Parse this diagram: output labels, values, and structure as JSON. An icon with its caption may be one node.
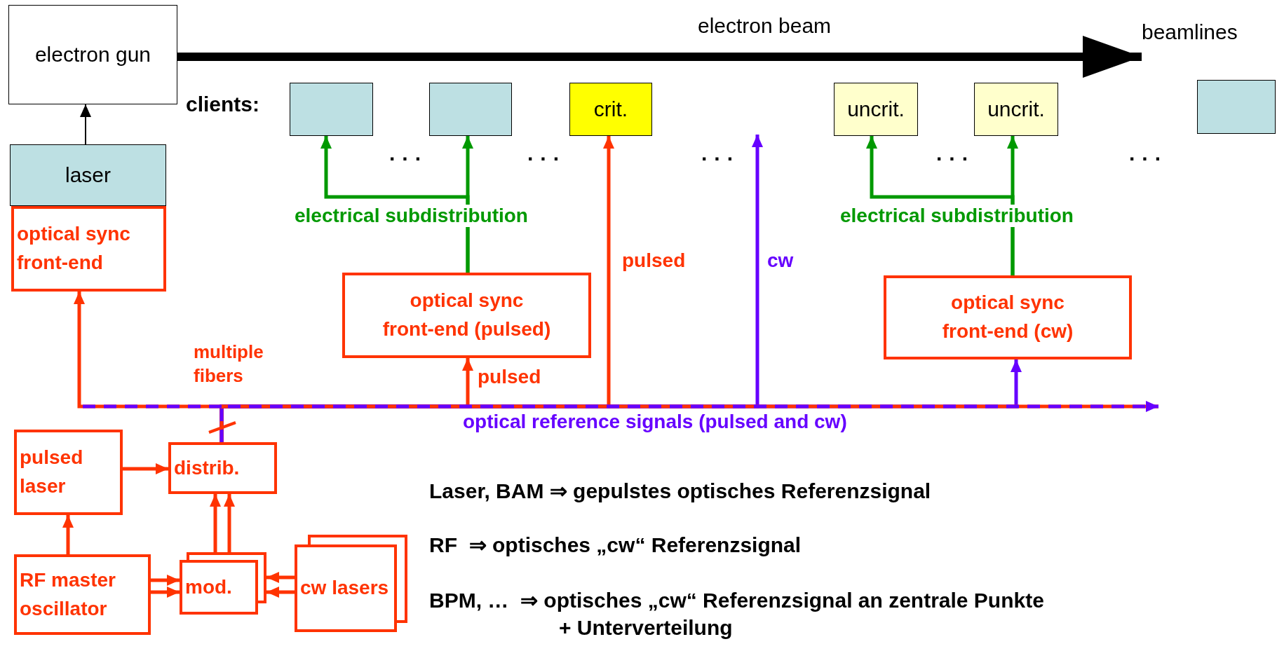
{
  "diagram": {
    "nodes": [
      {
        "text": [
          "electron gun"
        ]
      },
      {
        "text": [
          "beamlines"
        ]
      },
      {
        "text": [],
        "shape": "box"
      },
      {
        "text": [],
        "shape": "box"
      },
      {
        "text": [
          "crit."
        ]
      },
      {
        "text": [
          "uncrit."
        ]
      },
      {
        "text": [
          "uncrit."
        ]
      },
      {
        "text": [],
        "shape": "box"
      },
      {
        "text": [
          "laser"
        ]
      },
      {
        "text": [
          "optical sync front-end"
        ]
      },
      {
        "text": [
          "optical sync front-end (pulsed)"
        ]
      },
      {
        "text": [
          "optical sync front-end (cw)"
        ]
      },
      {
        "text": [
          "pulsed laser"
        ]
      },
      {
        "text": [
          "distrib."
        ]
      },
      {
        "text": [
          "RF master oscillator"
        ]
      },
      {
        "text": [
          "mod."
        ]
      },
      {
        "text": [
          "cw lasers"
        ]
      }
    ],
    "edges": [
      {
        "from": 0,
        "to": 1,
        "arrow": "to",
        "label": "electron beam",
        "style": "thick",
        "color": "#000000"
      },
      {
        "from": 8,
        "to": 0,
        "arrow": "to",
        "color": "#000000"
      },
      {
        "from": 10,
        "to": 2,
        "arrow": "to",
        "label": "electrical subdistribution",
        "color": "#009900"
      },
      {
        "from": 10,
        "to": 3,
        "arrow": "to",
        "color": "#009900"
      },
      {
        "from": 11,
        "to": 5,
        "arrow": "to",
        "label": "electrical subdistribution",
        "color": "#009900"
      },
      {
        "from": 11,
        "to": 6,
        "arrow": "to",
        "color": "#009900"
      },
      {
        "from": 13,
        "to": 9,
        "arrow": "to"
      },
      {
        "from": 13,
        "to": 10,
        "arrow": "to",
        "label": "pulsed"
      },
      {
        "from": 13,
        "to": 4,
        "arrow": "to",
        "label": "pulsed"
      },
      {
        "from": 13,
        "to": null,
        "arrow": "to",
        "label": "cw",
        "color": "#6600ff"
      },
      {
        "from": 13,
        "to": 11,
        "arrow": "to",
        "color": "#6600ff"
      },
      {
        "from": 13,
        "to": null,
        "arrow": "to",
        "label": "optical reference signals (pulsed and cw)",
        "style": "dashed",
        "color": "#6600ff"
      },
      {
        "from": 12,
        "to": 13,
        "arrow": "to"
      },
      {
        "from": 14,
        "to": 12,
        "arrow": "to"
      },
      {
        "from": 14,
        "to": 15,
        "arrow": "to"
      },
      {
        "from": 14,
        "to": 15,
        "arrow": "to"
      },
      {
        "from": 16,
        "to": 15,
        "arrow": "to"
      },
      {
        "from": 16,
        "to": 15,
        "arrow": "to"
      },
      {
        "from": 15,
        "to": 13,
        "arrow": "to"
      },
      {
        "from": 15,
        "to": 13,
        "arrow": "to"
      }
    ],
    "labels": [
      "clients:",
      "· · ·",
      "· · ·",
      "· · ·",
      "· · ·",
      "· · ·",
      "multiple fibers",
      "Laser, BAM ⇒ gepulstes optisches Referenzsignal",
      "RF  ⇒ optisches „cw“ Referenzsignal",
      "BPM, …  ⇒ optisches „cw“ Referenzsignal an zentrale Punkte + Unterverteilung"
    ]
  }
}
